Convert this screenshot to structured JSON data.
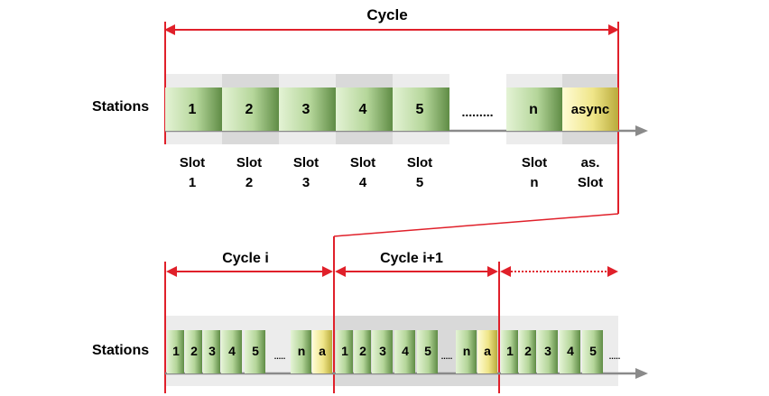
{
  "top": {
    "cycle_label": "Cycle",
    "stations_label": "Stations",
    "slots": [
      {
        "box": "1",
        "line1": "Slot",
        "line2": "1",
        "kind": "green"
      },
      {
        "box": "2",
        "line1": "Slot",
        "line2": "2",
        "kind": "green"
      },
      {
        "box": "3",
        "line1": "Slot",
        "line2": "3",
        "kind": "green"
      },
      {
        "box": "4",
        "line1": "Slot",
        "line2": "4",
        "kind": "green"
      },
      {
        "box": "5",
        "line1": "Slot",
        "line2": "5",
        "kind": "green"
      },
      {
        "box": "n",
        "line1": "Slot",
        "line2": "n",
        "kind": "green"
      },
      {
        "box": "async",
        "line1": "as.",
        "line2": "Slot",
        "kind": "yellow"
      }
    ],
    "ellipsis": "........."
  },
  "bottom": {
    "stations_label": "Stations",
    "cycle_i_label": "Cycle i",
    "cycle_i1_label": "Cycle i+1",
    "cycle_boxes": [
      "1",
      "2",
      "3",
      "4",
      "5",
      "n",
      "a"
    ],
    "partial_boxes": [
      "1",
      "2",
      "3",
      "4",
      "5"
    ],
    "ellipsis": "....."
  },
  "colors": {
    "red": "#e0202a",
    "green_light": "#dcefc9",
    "green_dark": "#6f9a52",
    "yellow_light": "#fffbc4",
    "yellow_dark": "#c9bd58",
    "band": "#ececec",
    "band_dark": "#d9d9d9",
    "axis": "#8a8a8a"
  }
}
